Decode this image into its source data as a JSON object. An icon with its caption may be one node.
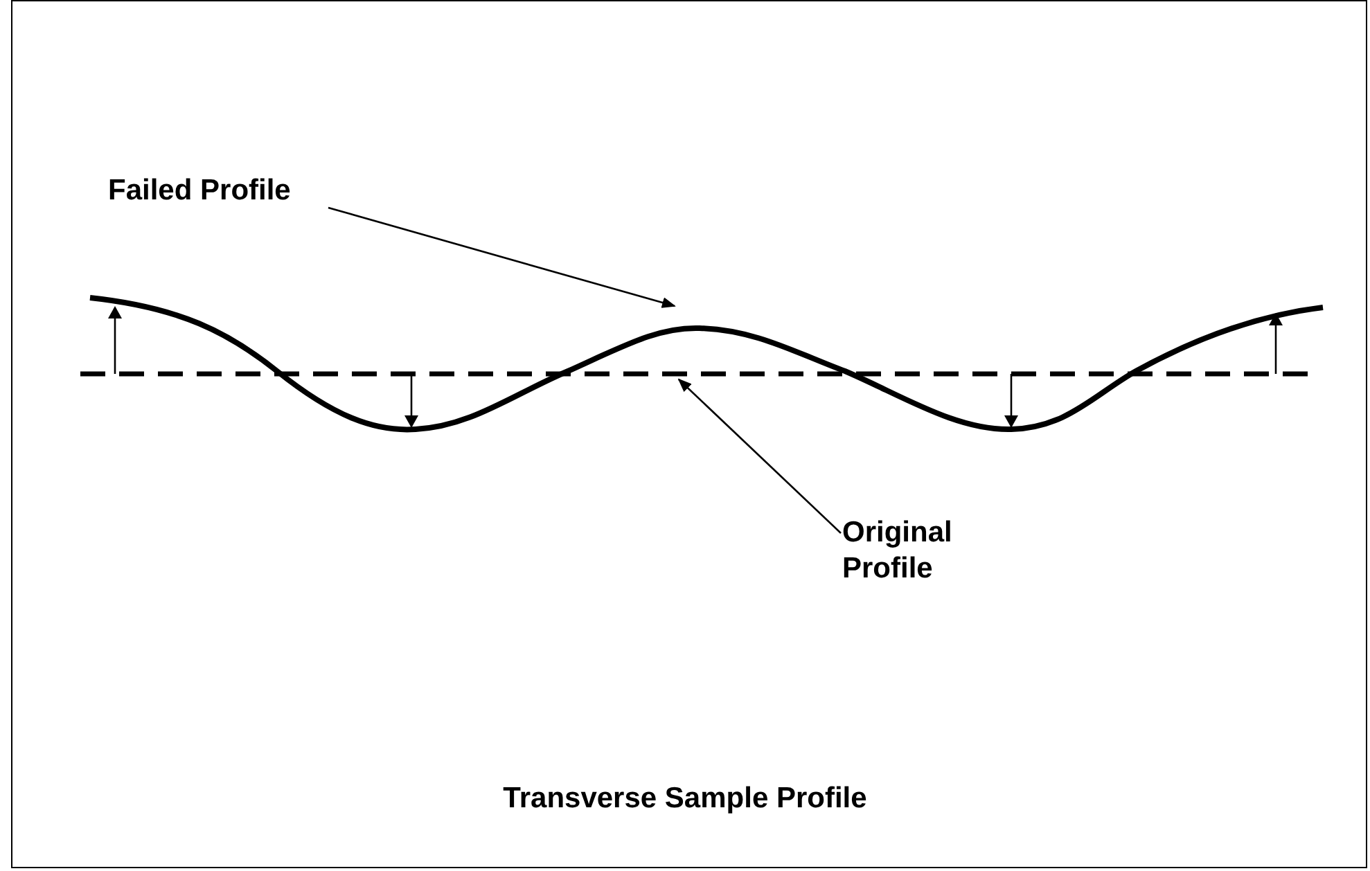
{
  "diagram": {
    "caption": "Transverse Sample Profile",
    "nodes": [
      {
        "text": [
          "Failed Profile"
        ]
      },
      {
        "text": [
          "Original Profile"
        ]
      }
    ],
    "edges": [
      {
        "from": 0,
        "to": null,
        "arrow": "to"
      },
      {
        "from": 1,
        "to": null,
        "arrow": "to"
      }
    ]
  }
}
